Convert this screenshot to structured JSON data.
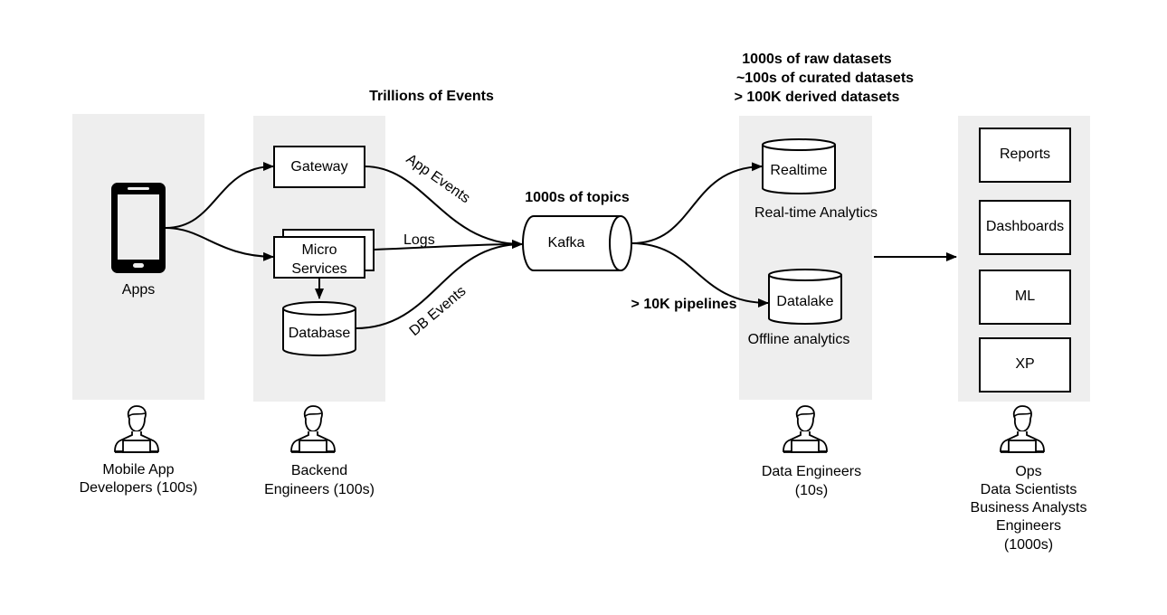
{
  "diagram": {
    "headers": {
      "events": "Trillions of Events",
      "topics": "1000s of topics",
      "datasets": [
        "1000s of raw datasets",
        "~100s of curated datasets",
        "> 100K derived datasets"
      ],
      "pipelines": "> 10K pipelines"
    },
    "apps_panel": {
      "label": "Apps",
      "icon": "smartphone-icon"
    },
    "backend_panel": {
      "gateway": "Gateway",
      "micro_services": [
        "Micro",
        "Services"
      ],
      "database": "Database"
    },
    "edges": {
      "app_events": "App Events",
      "logs": "Logs",
      "db_events": "DB Events"
    },
    "kafka": "Kafka",
    "storage_panel": {
      "realtime": "Realtime",
      "realtime_caption": "Real-time Analytics",
      "datalake": "Datalake",
      "datalake_caption": "Offline analytics"
    },
    "consumers_panel": {
      "items": [
        "Reports",
        "Dashboards",
        "ML",
        "XP"
      ]
    },
    "personas": [
      {
        "icon": "user-laptop-icon",
        "lines": [
          "Mobile App",
          "Developers (100s)"
        ]
      },
      {
        "icon": "user-laptop-icon",
        "lines": [
          "Backend",
          "Engineers (100s)"
        ]
      },
      {
        "icon": "user-laptop-icon",
        "lines": [
          "Data Engineers",
          "(10s)"
        ]
      },
      {
        "icon": "user-laptop-icon",
        "lines": [
          "Ops",
          "Data Scientists",
          "Business Analysts",
          "Engineers",
          "(1000s)"
        ]
      }
    ]
  }
}
